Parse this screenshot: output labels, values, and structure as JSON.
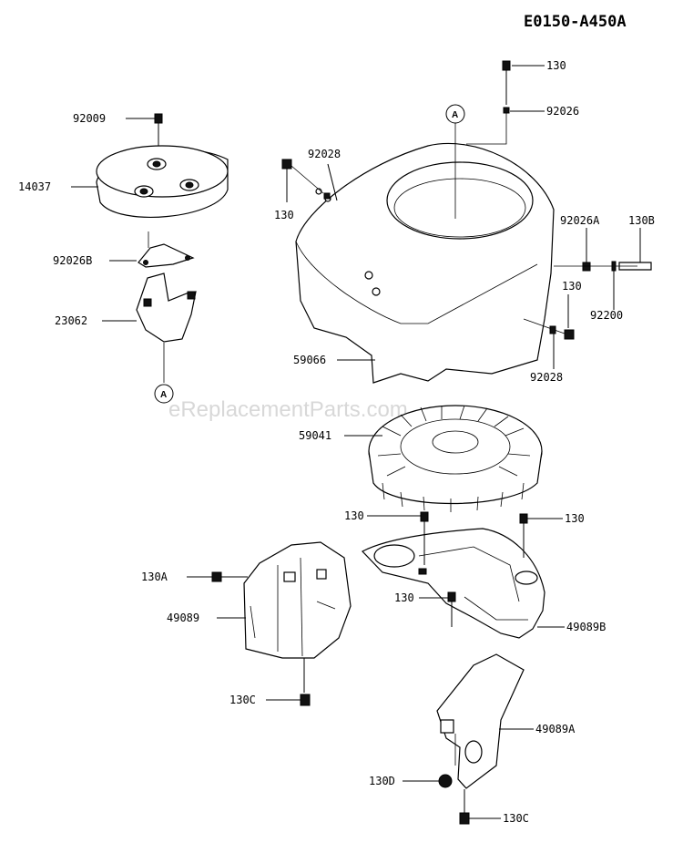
{
  "diagram_code": "E0150-A450A",
  "watermark": "eReplacementParts.com",
  "ref_marker": "A",
  "labels": {
    "p130_top": "130",
    "p92026_top": "92026",
    "p92009": "92009",
    "p92028_a": "92028",
    "p14037": "14037",
    "p130_left": "130",
    "p92026A": "92026A",
    "p130B": "130B",
    "p92026B": "92026B",
    "p130_right": "130",
    "p92200": "92200",
    "p23062": "23062",
    "p59066": "59066",
    "p92028_b": "92028",
    "p59041": "59041",
    "p130_mid1": "130",
    "p130_mid2": "130",
    "p130A": "130A",
    "p130_mid3": "130",
    "p49089": "49089",
    "p49089B": "49089B",
    "p130C_a": "130C",
    "p49089A": "49089A",
    "p130D": "130D",
    "p130C_b": "130C"
  }
}
